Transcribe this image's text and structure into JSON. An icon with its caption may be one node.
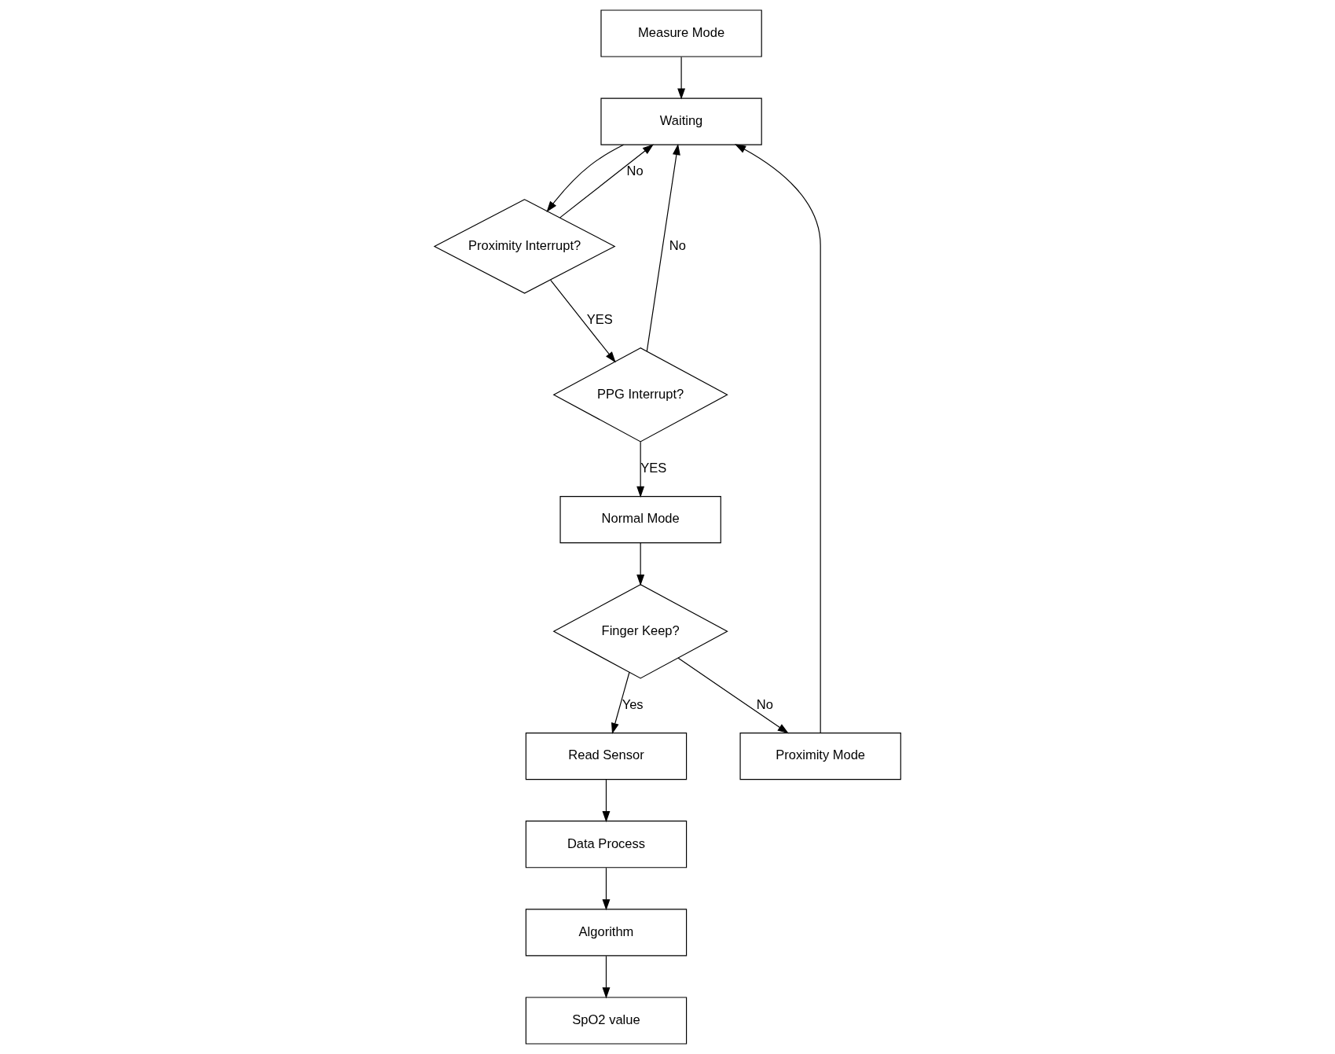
{
  "diagram": {
    "nodes": [
      {
        "text": [
          "Measure Mode"
        ]
      },
      {
        "text": [
          "Waiting"
        ]
      },
      {
        "text": [
          "Proximity Interrupt?"
        ]
      },
      {
        "text": [
          "PPG Interrupt?"
        ]
      },
      {
        "text": [
          "Normal Mode"
        ]
      },
      {
        "text": [
          "Finger Keep?"
        ]
      },
      {
        "text": [
          "Proximity Mode"
        ]
      },
      {
        "text": [
          "Read Sensor"
        ]
      },
      {
        "text": [
          "Data Process"
        ]
      },
      {
        "text": [
          "Algorithm"
        ]
      },
      {
        "text": [
          "SpO2 value"
        ]
      }
    ],
    "edges": [
      {
        "from": 0,
        "to": 1,
        "arrow": "to"
      },
      {
        "from": 1,
        "to": 2,
        "arrow": "to"
      },
      {
        "from": 2,
        "to": 1,
        "arrow": "to",
        "label": "No"
      },
      {
        "from": 2,
        "to": 3,
        "arrow": "to",
        "label": "YES"
      },
      {
        "from": 3,
        "to": 1,
        "arrow": "to",
        "label": "No"
      },
      {
        "from": 3,
        "to": 4,
        "arrow": "to",
        "label": "YES"
      },
      {
        "from": 4,
        "to": 5,
        "arrow": "to"
      },
      {
        "from": 5,
        "to": 6,
        "arrow": "to",
        "label": "No"
      },
      {
        "from": 6,
        "to": 1,
        "arrow": "to"
      },
      {
        "from": 5,
        "to": 7,
        "arrow": "to",
        "label": "Yes"
      },
      {
        "from": 7,
        "to": 8,
        "arrow": "to"
      },
      {
        "from": 8,
        "to": 9,
        "arrow": "to"
      },
      {
        "from": 9,
        "to": 10,
        "arrow": "to"
      }
    ]
  }
}
